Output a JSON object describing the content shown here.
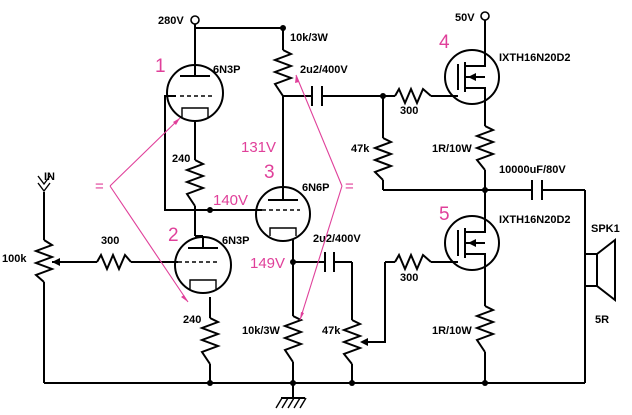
{
  "supplies": {
    "high_voltage": "280V",
    "low_voltage": "50V"
  },
  "input_label": "IN",
  "tubes": {
    "upper_triode": {
      "label": "6N3P",
      "number": "1"
    },
    "lower_triode": {
      "label": "6N3P",
      "number": "2"
    },
    "middle_tube": {
      "label": "6N6P",
      "number": "3"
    }
  },
  "mosfets": {
    "upper": {
      "label": "IXTH16N20D2",
      "number": "4"
    },
    "lower": {
      "label": "IXTH16N20D2",
      "number": "5"
    }
  },
  "resistors": {
    "plate_load_top": "10k/3W",
    "cathode_link": "240",
    "cathode_bottom": "240",
    "input_pot": "100k",
    "grid_stopper_input": "300",
    "gate_stopper_upper": "300",
    "gate_stopper_lower": "300",
    "gate_bias_upper": "47k",
    "source_upper": "1R/10W",
    "source_lower": "1R/10W",
    "cathode_load_bottom": "10k/3W",
    "bias_pot_lower": "47k"
  },
  "capacitors": {
    "coupling_upper": "2u2/400V",
    "coupling_lower": "2u2/400V",
    "output": "10000uF/80V"
  },
  "speaker": {
    "label": "SPK1",
    "impedance": "5R"
  },
  "annotations": {
    "voltage_131": "131V",
    "voltage_140": "140V",
    "voltage_149": "149V",
    "equal_left": "=",
    "equal_right": "="
  }
}
